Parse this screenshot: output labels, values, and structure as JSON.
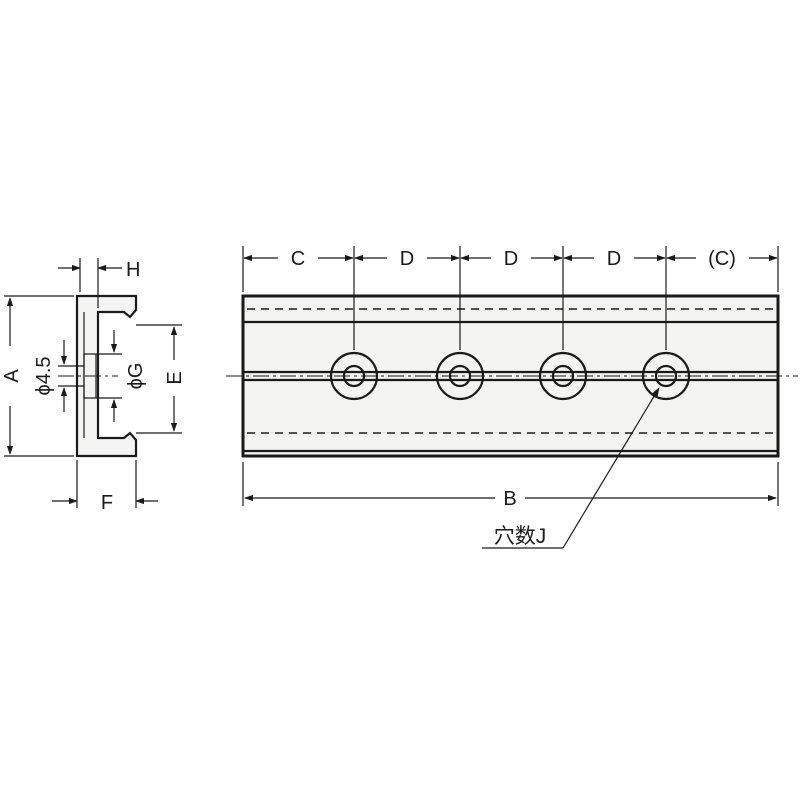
{
  "labels": {
    "A": "A",
    "B": "B",
    "C": "C",
    "C_paren": "(C)",
    "D1": "D",
    "D2": "D",
    "D3": "D",
    "E": "E",
    "F": "F",
    "H": "H",
    "phi_G": "ϕG",
    "phi_45": "ϕ4.5"
  },
  "callout": {
    "hole_count": "穴数J"
  },
  "holes": {
    "count_shown": 4
  }
}
